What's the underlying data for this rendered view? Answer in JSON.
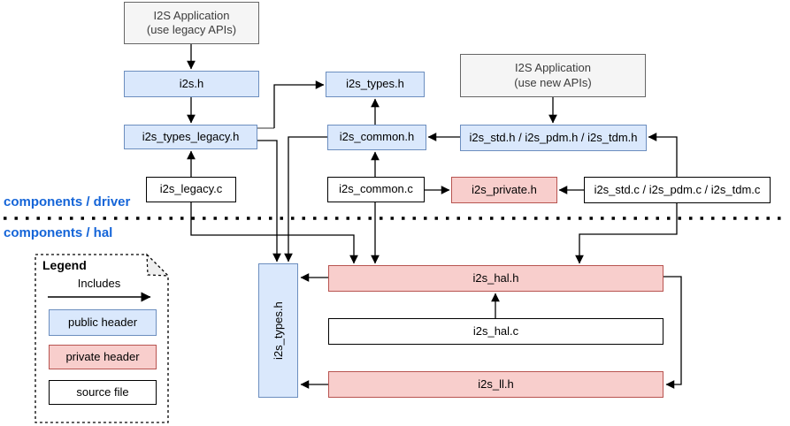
{
  "sections": {
    "driver": {
      "label": "components / driver"
    },
    "hal": {
      "label": "components / hal"
    }
  },
  "legend": {
    "title": "Legend",
    "arrow_label": "Includes",
    "items": [
      {
        "label": "public header",
        "type": "public-header"
      },
      {
        "label": "private header",
        "type": "private-header"
      },
      {
        "label": "source file",
        "type": "source-file"
      }
    ]
  },
  "nodes": {
    "app_legacy": {
      "line1": "I2S Application",
      "line2": "(use legacy APIs)",
      "type": "application"
    },
    "app_new": {
      "line1": "I2S Application",
      "line2": "(use new APIs)",
      "type": "application"
    },
    "i2s_h": {
      "label": "i2s.h",
      "type": "public-header"
    },
    "i2s_types_legacy_h": {
      "label": "i2s_types_legacy.h",
      "type": "public-header"
    },
    "i2s_legacy_c": {
      "label": "i2s_legacy.c",
      "type": "source-file"
    },
    "i2s_types_h": {
      "label": "i2s_types.h",
      "type": "public-header"
    },
    "i2s_common_h": {
      "label": "i2s_common.h",
      "type": "public-header"
    },
    "i2s_common_c": {
      "label": "i2s_common.c",
      "type": "source-file"
    },
    "i2s_std_h": {
      "label": "i2s_std.h / i2s_pdm.h / i2s_tdm.h",
      "type": "public-header"
    },
    "i2s_private_h": {
      "label": "i2s_private.h",
      "type": "private-header"
    },
    "i2s_std_c": {
      "label": "i2s_std.c / i2s_pdm.c / i2s_tdm.c",
      "type": "source-file"
    },
    "i2s_types_h_hal": {
      "label": "i2s_types.h",
      "type": "public-header"
    },
    "i2s_hal_h": {
      "label": "i2s_hal.h",
      "type": "private-header"
    },
    "i2s_hal_c": {
      "label": "i2s_hal.c",
      "type": "source-file"
    },
    "i2s_ll_h": {
      "label": "i2s_ll.h",
      "type": "private-header"
    }
  },
  "colors": {
    "public_header_fill": "#dae8fc",
    "public_header_border": "#6c8ebf",
    "private_header_fill": "#f8cecc",
    "private_header_border": "#b85450",
    "application_fill": "#f5f5f5",
    "application_border": "#666666",
    "source_file_fill": "#ffffff",
    "source_file_border": "#000000",
    "section_label_text": "#1565d8",
    "connector": "#000000"
  }
}
